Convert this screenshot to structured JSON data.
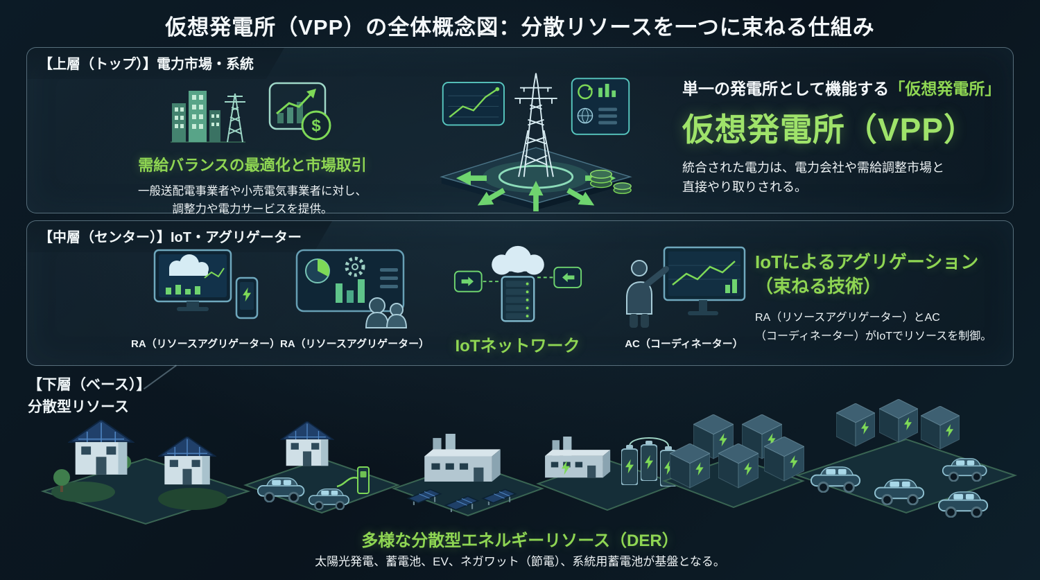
{
  "title": "仮想発電所（VPP）の全体概念図：分散リソースを一つに束ねる仕組み",
  "colors": {
    "background": "#0b161f",
    "panel_border": "#91afbe",
    "accent_green": "#8fd653",
    "accent_green_bright": "#9fe36a",
    "text_white": "#f0f5f7"
  },
  "icons": [
    "city-grid-icon",
    "market-chart-dollar-icon",
    "vpp-grid-tower-illustration",
    "ra-monitor-cloud-icon",
    "ra-dashboard-team-icon",
    "iot-cloud-server-icon",
    "ac-operator-monitor-icon",
    "solar-houses-illustration",
    "house-ev-charging-illustration",
    "factory-solar-illustration",
    "factory-battery-illustration",
    "grid-battery-illustration",
    "battery-ev-fleet-illustration"
  ],
  "top_layer": {
    "label": "【上層（トップ）】電力市場・系統",
    "market": {
      "heading": "需給バランスの最適化と市場取引",
      "description_line1": "一般送配電事業者や小売電気事業者に対し、",
      "description_line2": "調整力や電力サービスを提供。"
    },
    "vpp": {
      "subtitle_plain": "単一の発電所として機能する",
      "subtitle_quoted": "「仮想発電所」",
      "heading": "仮想発電所（VPP）",
      "description_line1": "統合された電力は、電力会社や需給調整市場と",
      "description_line2": "直接やり取りされる。"
    }
  },
  "middle_layer": {
    "label": "【中層（センター）】IoT・アグリゲーター",
    "items": [
      {
        "caption": "RA（リソースアグリゲーター）"
      },
      {
        "caption": "RA（リソースアグリゲーター）"
      },
      {
        "caption": "IoTネットワーク"
      },
      {
        "caption": "AC（コーディネーター）"
      }
    ],
    "aggregation": {
      "heading_line1": "IoTによるアグリゲーション",
      "heading_line2": "（束ねる技術）",
      "description_line1": "RA（リソースアグリゲーター）とAC",
      "description_line2": "（コーディネーター）がIoTでリソースを制御。"
    }
  },
  "bottom_layer": {
    "label_line1": "【下層（ベース）】",
    "label_line2": "分散型リソース",
    "der_heading": "多様な分散型エネルギーリソース（DER）",
    "der_description": "太陽光発電、蓄電池、EV、ネガワット（節電）、系統用蓄電池が基盤となる。"
  }
}
